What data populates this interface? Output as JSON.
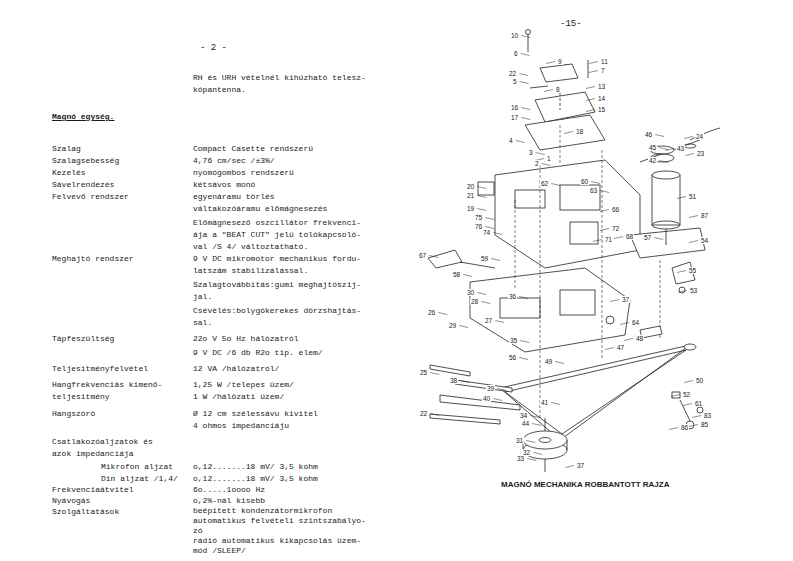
{
  "diagram": {
    "caption": "MAGNÓ MECHANIKA ROBBANTOTT RAJZA",
    "labels": [
      "- 2 -",
      "RH és URH vételnél kihúzható telesz- kópantenna.",
      "Magnó egység.",
      "Szalag",
      "Compact Casette rendszerü",
      "Szalagsebesség",
      "4,76 cm/sec /±3%/",
      "Kezelés",
      "nyomógombos rendszerü",
      "Sávelrendezés",
      "kétsávos monó",
      "Felvevő rendszer",
      "egyenáramu törlés váltakozóáramu előmágnesezés",
      "Előmágnesező oszcillátor frekvenci- ája a \"BEAT CUT\" jelü tolókapcsoló- val /S 4/ változtatható.",
      "Meghajtó rendszer",
      "9 V DC mikromotor mechanikus fordu- latszám stabilizálással.",
      "Szalagtovábbítás:gumi meghajtószij- jal.",
      "Csévélés:bolygókerekes dörzshajtás- sal.",
      "Tápfeszültség",
      "22o V 5o Hz hálózatról",
      "9 V DC /6 db R2o tip. elem/",
      "Teljesitményfelvétel",
      "12 VA /hálózatról/",
      "Hangfrekvenciás kimenő- teljesitmény",
      "1,25 W /telepes üzem/",
      "1 W /hálózati üzem/",
      "Hangszóró",
      "Ø 12 cm szélessávu kivitel",
      "4 ohmos impedanciáju",
      "Csatlakozóaljzatok és azok impedanciája",
      "Mikrofon aljzat",
      "o,12.......18 mV/ 3,5 kohm",
      "Din aljzat /1,4/",
      "o,12.......18 mV/ 3,5 kohm",
      "Frekvenciaátvitel",
      "6o.....1oooo Hz",
      "Nyávogás",
      "o,2%-nál kisebb",
      "Szolgáltatások",
      "beépitett kondenzátormikrofon",
      "automatikus felvételi szintszabályo- zó",
      "rádió automatikus kikapcsolás üzem- mód /SLEEP/",
      "-15-",
      "10",
      "6",
      "9",
      "11",
      "7",
      "22",
      "5",
      "8",
      "13",
      "14",
      "15",
      "16",
      "17",
      "18",
      "4",
      "3",
      "1",
      "2",
      "46",
      "24",
      "45",
      "43",
      "42",
      "23",
      "20",
      "21",
      "19",
      "62",
      "60",
      "63",
      "66",
      "51",
      "87",
      "75",
      "76",
      "74",
      "72",
      "71",
      "68",
      "57",
      "67",
      "59",
      "54",
      "58",
      "55",
      "53",
      "30",
      "28",
      "36",
      "37",
      "26",
      "27",
      "29",
      "64",
      "48",
      "35",
      "47",
      "56",
      "49",
      "25",
      "38",
      "50",
      "39",
      "40",
      "41",
      "52",
      "61",
      "22",
      "34",
      "44",
      "83",
      "85",
      "86",
      "31",
      "32",
      "33",
      "37"
    ]
  }
}
